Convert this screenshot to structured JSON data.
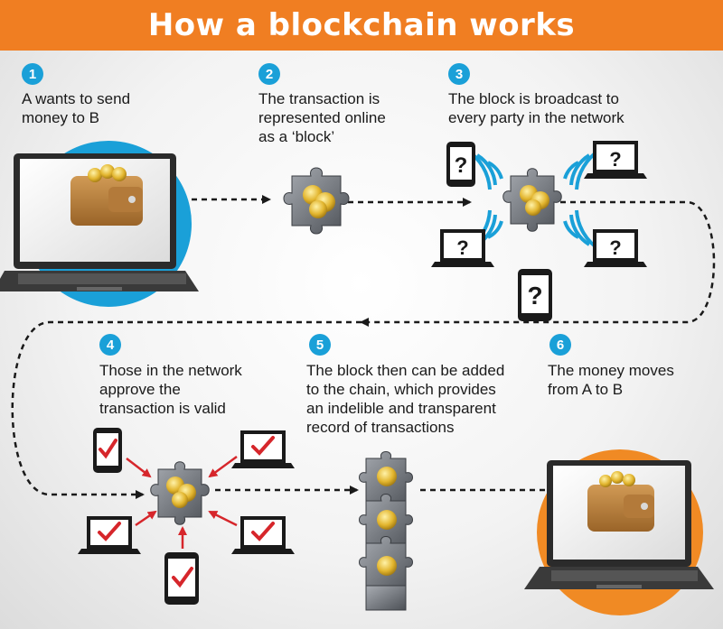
{
  "title": "How a blockchain works",
  "steps": [
    {
      "number": "1",
      "text": "A wants to send\nmoney to B"
    },
    {
      "number": "2",
      "text": "The transaction is\nrepresented online\nas a ‘block’"
    },
    {
      "number": "3",
      "text": "The block is broadcast to\nevery party in the network"
    },
    {
      "number": "4",
      "text": "Those in the network\napprove the\ntransaction is valid"
    },
    {
      "number": "5",
      "text": "The block then can be added\nto the chain, which provides\nan indelible and transparent\nrecord of transactions"
    },
    {
      "number": "6",
      "text": "The money moves\nfrom A to B"
    }
  ],
  "colors": {
    "header": "#f07e22",
    "badge": "#1aa0d8",
    "circle_a": "#1aa0d8",
    "circle_b": "#f08a24",
    "wave": "#1aa0d8",
    "check": "#d6262b",
    "arrow_red": "#d6262b"
  },
  "icons": {
    "unknown_mark": "?",
    "approve_mark": "check-mark"
  }
}
